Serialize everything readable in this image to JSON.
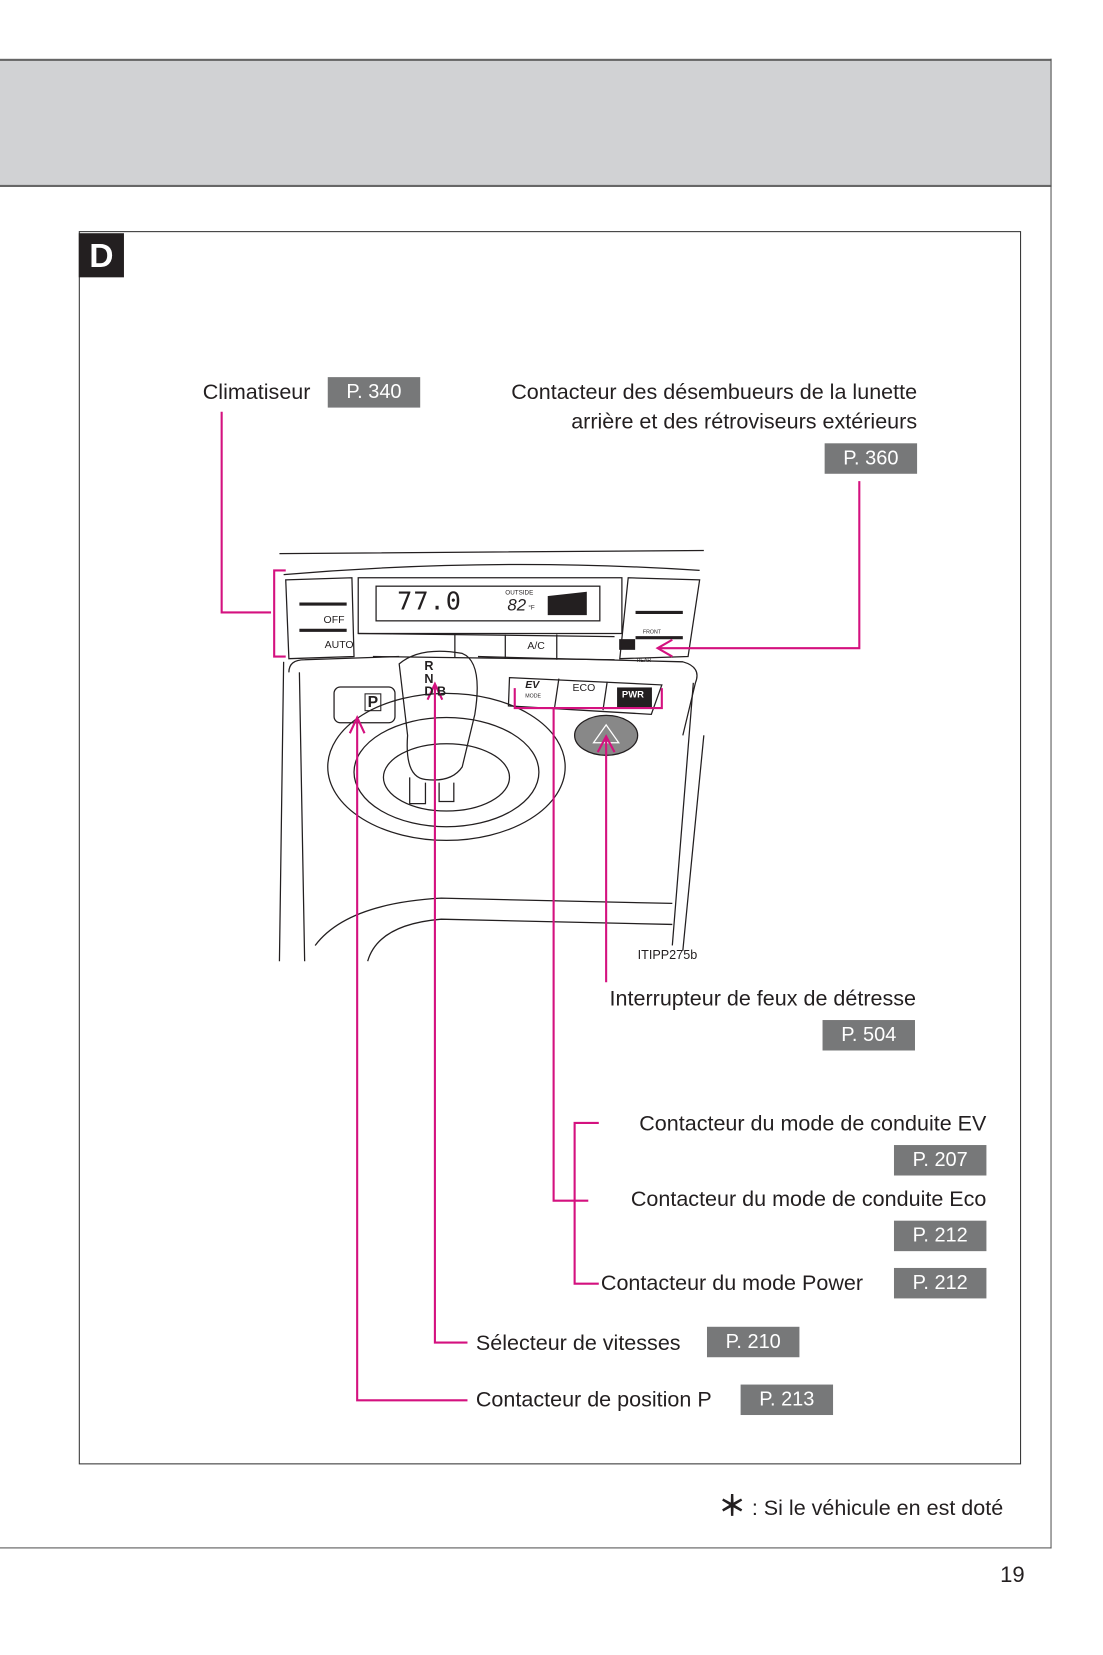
{
  "section_letter": "D",
  "labels": {
    "climatiseur": {
      "text": "Climatiseur",
      "page": "P. 340"
    },
    "desembueurs": {
      "line1": "Contacteur des désembueurs de la lunette",
      "line2": "arrière et des rétroviseurs extérieurs",
      "page": "P. 360"
    },
    "detresse": {
      "text": "Interrupteur de feux de détresse",
      "page": "P. 504"
    },
    "mode_ev": {
      "text": "Contacteur du mode de conduite EV",
      "page": "P. 207"
    },
    "mode_eco": {
      "text": "Contacteur du mode de conduite Eco",
      "page": "P. 212"
    },
    "mode_power": {
      "text": "Contacteur du mode Power",
      "page": "P. 212"
    },
    "selecteur": {
      "text": "Sélecteur de vitesses",
      "page": "P. 210"
    },
    "position_p": {
      "text": "Contacteur de position P",
      "page": "P. 213"
    }
  },
  "illustration": {
    "code": "ITIPP275b",
    "display_temp": "77.0",
    "outside_label": "OUTSIDE",
    "outside_temp": "82",
    "unit": "°F",
    "off": "OFF",
    "auto": "AUTO",
    "ac": "A/C",
    "front": "FRONT",
    "rear": "REAR",
    "ev_mode": "EV",
    "eco_mode": "ECO",
    "pwr_mode": "PWR",
    "mode_word": "MODE",
    "p_button": "P",
    "shift_r": "R",
    "shift_n": "N",
    "shift_d": "D",
    "shift_b": "B"
  },
  "footnote": {
    "symbol": "＊",
    "text": ": Si le véhicule en est doté"
  },
  "page_number": "19",
  "colors": {
    "accent": "#d4117f",
    "badge": "#777879",
    "band": "#d1d2d4"
  }
}
